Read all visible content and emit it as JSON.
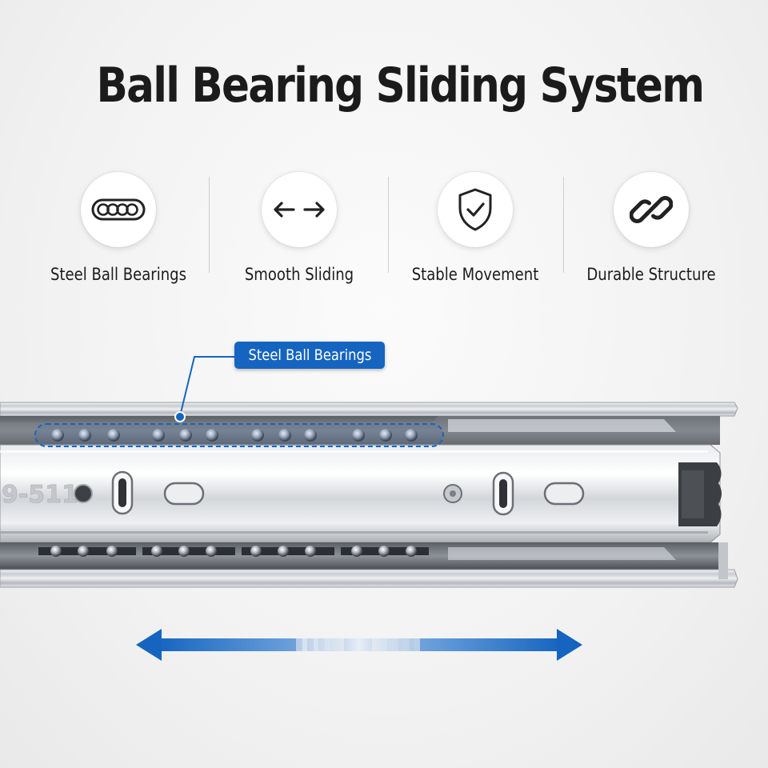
{
  "title": "Ball Bearing Sliding System",
  "features": [
    {
      "label": "Steel Ball Bearings",
      "icon": "ball-bearings-icon"
    },
    {
      "label": "Smooth Sliding",
      "icon": "double-arrow-icon"
    },
    {
      "label": "Stable Movement",
      "icon": "shield-check-icon"
    },
    {
      "label": "Durable Structure",
      "icon": "chain-link-icon"
    }
  ],
  "callout": {
    "label": "Steel Ball Bearings"
  },
  "colors": {
    "accent": "#1565c0",
    "text": "#1b1b1b"
  }
}
